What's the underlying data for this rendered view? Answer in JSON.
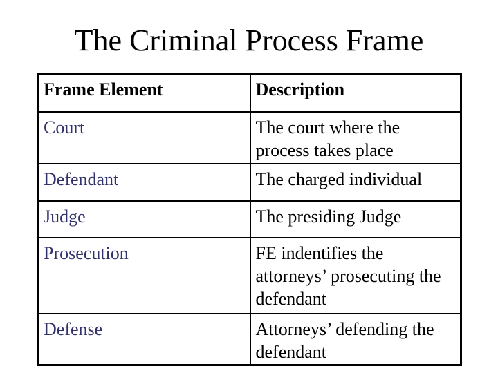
{
  "slide": {
    "title": "The Criminal Process Frame",
    "background_color": "#ffffff"
  },
  "table": {
    "headers": [
      "Frame Element",
      "Description"
    ],
    "rows": [
      {
        "element": "Court",
        "description": "The court where the\nprocess takes place"
      },
      {
        "element": "Defendant",
        "description": "The charged individual"
      },
      {
        "element": "Judge",
        "description": "The presiding Judge"
      },
      {
        "element": "Prosecution",
        "description": "FE indentifies the\nattorneys’ prosecuting the\ndefendant"
      },
      {
        "element": "Defense",
        "description": "Attorneys’ defending the\ndefendant"
      }
    ],
    "colors": {
      "element_text": "#31316B",
      "description_text": "#000000",
      "header_text": "#000000",
      "border": "#000000",
      "title_text": "#000000"
    }
  }
}
